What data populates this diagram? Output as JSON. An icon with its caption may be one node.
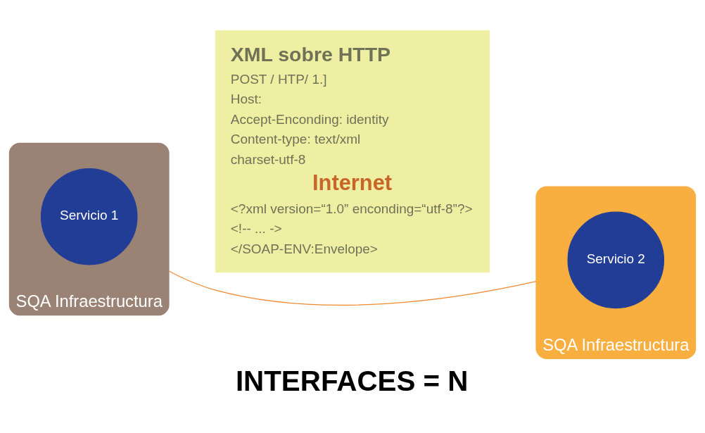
{
  "diagram": {
    "caption": "INTERFACES = N",
    "nodes": [
      {
        "text": [
          "SQA Infraestructura"
        ]
      },
      {
        "text": [
          "Servicio 1"
        ],
        "in": 0
      },
      {
        "text": [
          "XML sobre HTTP",
          "POST / HTP/ 1.]",
          "Host:",
          "Accept-Enconding: identity",
          "Content-type: text/xml",
          "charset-utf-8",
          "Internet",
          "<?xml version=“1.0” enconding=“utf-8”?>",
          "<!-- ... ->",
          "</SOAP-ENV:Envelope>"
        ]
      },
      {
        "text": [
          "SQA Infraestructura"
        ]
      },
      {
        "text": [
          "Servicio 2"
        ],
        "in": 3
      }
    ],
    "edges": [
      {
        "from": 0,
        "to": 3,
        "arrow": "none",
        "color": "#f08a30"
      }
    ]
  }
}
